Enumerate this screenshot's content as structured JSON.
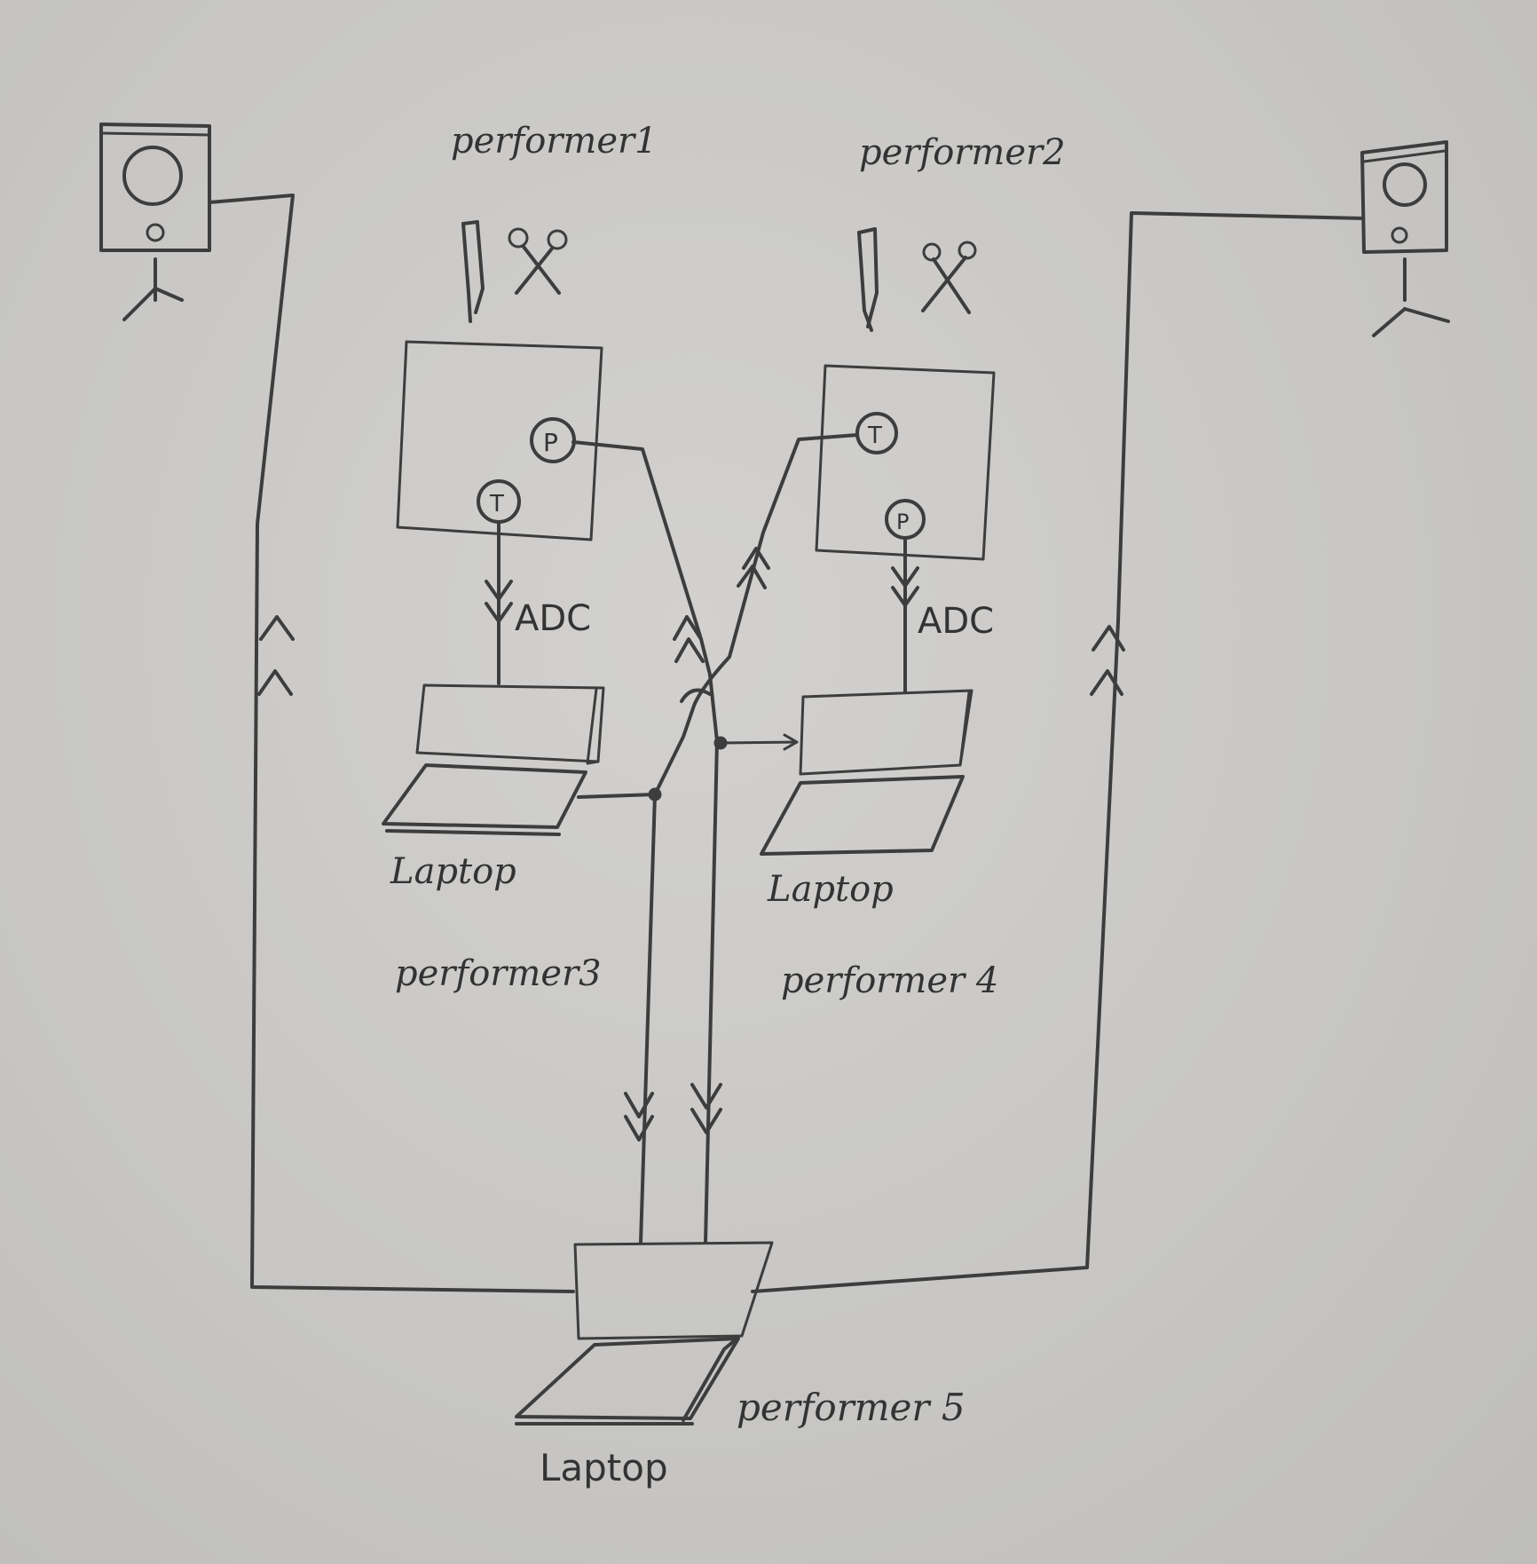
{
  "labels": {
    "performer1": "performer1",
    "performer2": "performer2",
    "performer3": "performer3",
    "performer4": "performer 4",
    "performer5": "performer 5",
    "adc_left": "ADC",
    "adc_right": "ADC",
    "laptop_left": "Laptop",
    "laptop_right": "Laptop",
    "laptop_bottom": "Laptop",
    "node_p_left": "P",
    "node_t_left": "T",
    "node_p_right": "P",
    "node_t_right": "T"
  },
  "icons": {
    "speaker_left": "speaker-icon",
    "speaker_right": "speaker-icon",
    "instrument_left": "blade-and-scissors-icon",
    "instrument_right": "blade-and-scissors-icon"
  },
  "colors": {
    "ink": "#3d3d3d",
    "paper": "#cbcac8"
  }
}
